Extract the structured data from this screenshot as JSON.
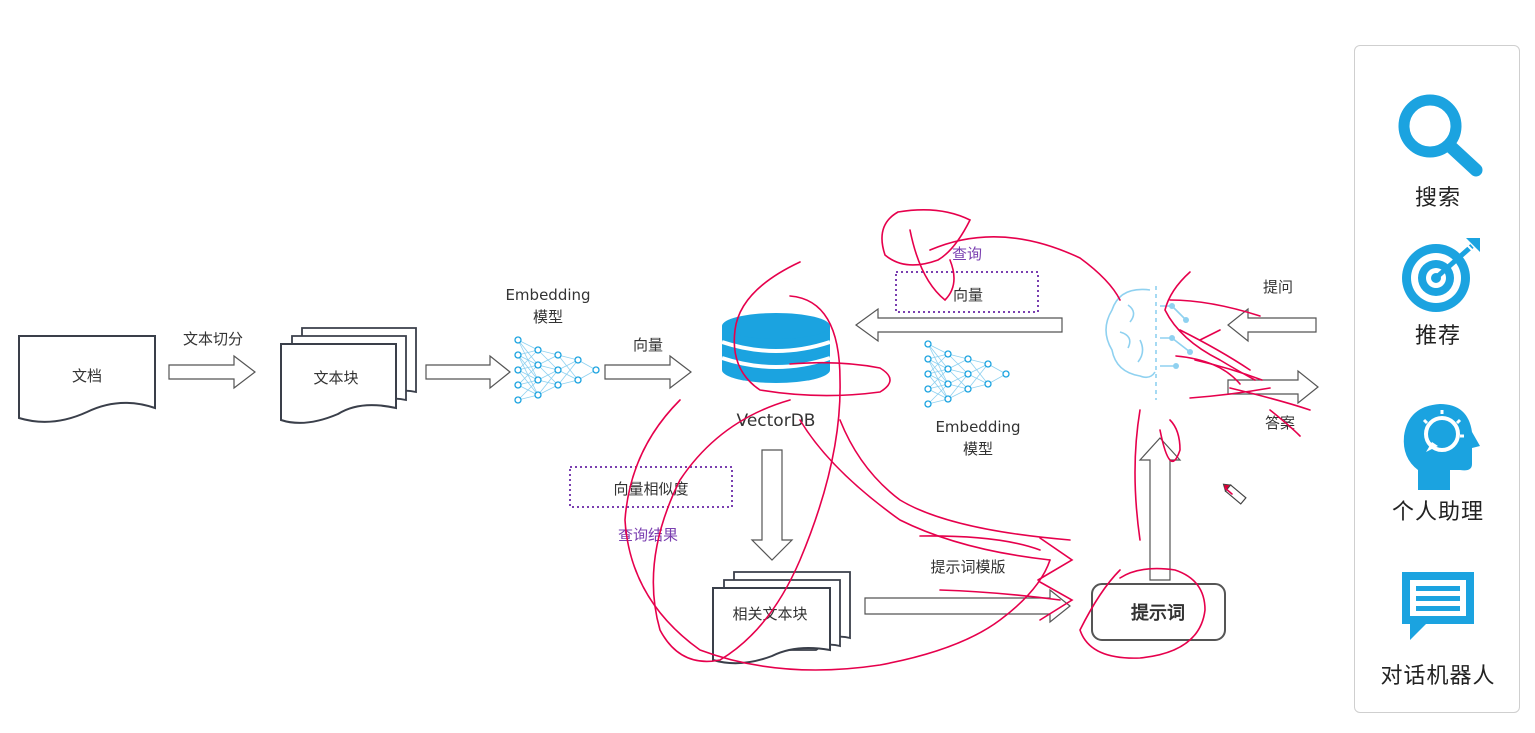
{
  "diagram": {
    "doc_label": "文档",
    "split_label": "文本切分",
    "chunk_label": "文本块",
    "embed1_line1": "Embedding",
    "embed1_line2": "模型",
    "vector_label": "向量",
    "vectordb_label": "VectorDB",
    "query_label": "查询",
    "query_vector_label": "向量",
    "embed2_line1": "Embedding",
    "embed2_line2": "模型",
    "similarity_label": "向量相似度",
    "query_result_label": "查询结果",
    "related_chunk_label": "相关文本块",
    "template_label": "提示词模版",
    "prompt_label": "提示词",
    "ask_label": "提问",
    "answer_label": "答案"
  },
  "colors": {
    "accent": "#1ba3e0",
    "annotation": "#e6004c",
    "dotted": "#7a3fb0",
    "stroke": "#3a3f4a"
  },
  "side_panel": {
    "items": [
      {
        "label": "搜索",
        "icon": "search-icon"
      },
      {
        "label": "推荐",
        "icon": "target-icon"
      },
      {
        "label": "个人助理",
        "icon": "head-brain-icon"
      },
      {
        "label": "对话机器人",
        "icon": "chat-icon"
      }
    ]
  }
}
